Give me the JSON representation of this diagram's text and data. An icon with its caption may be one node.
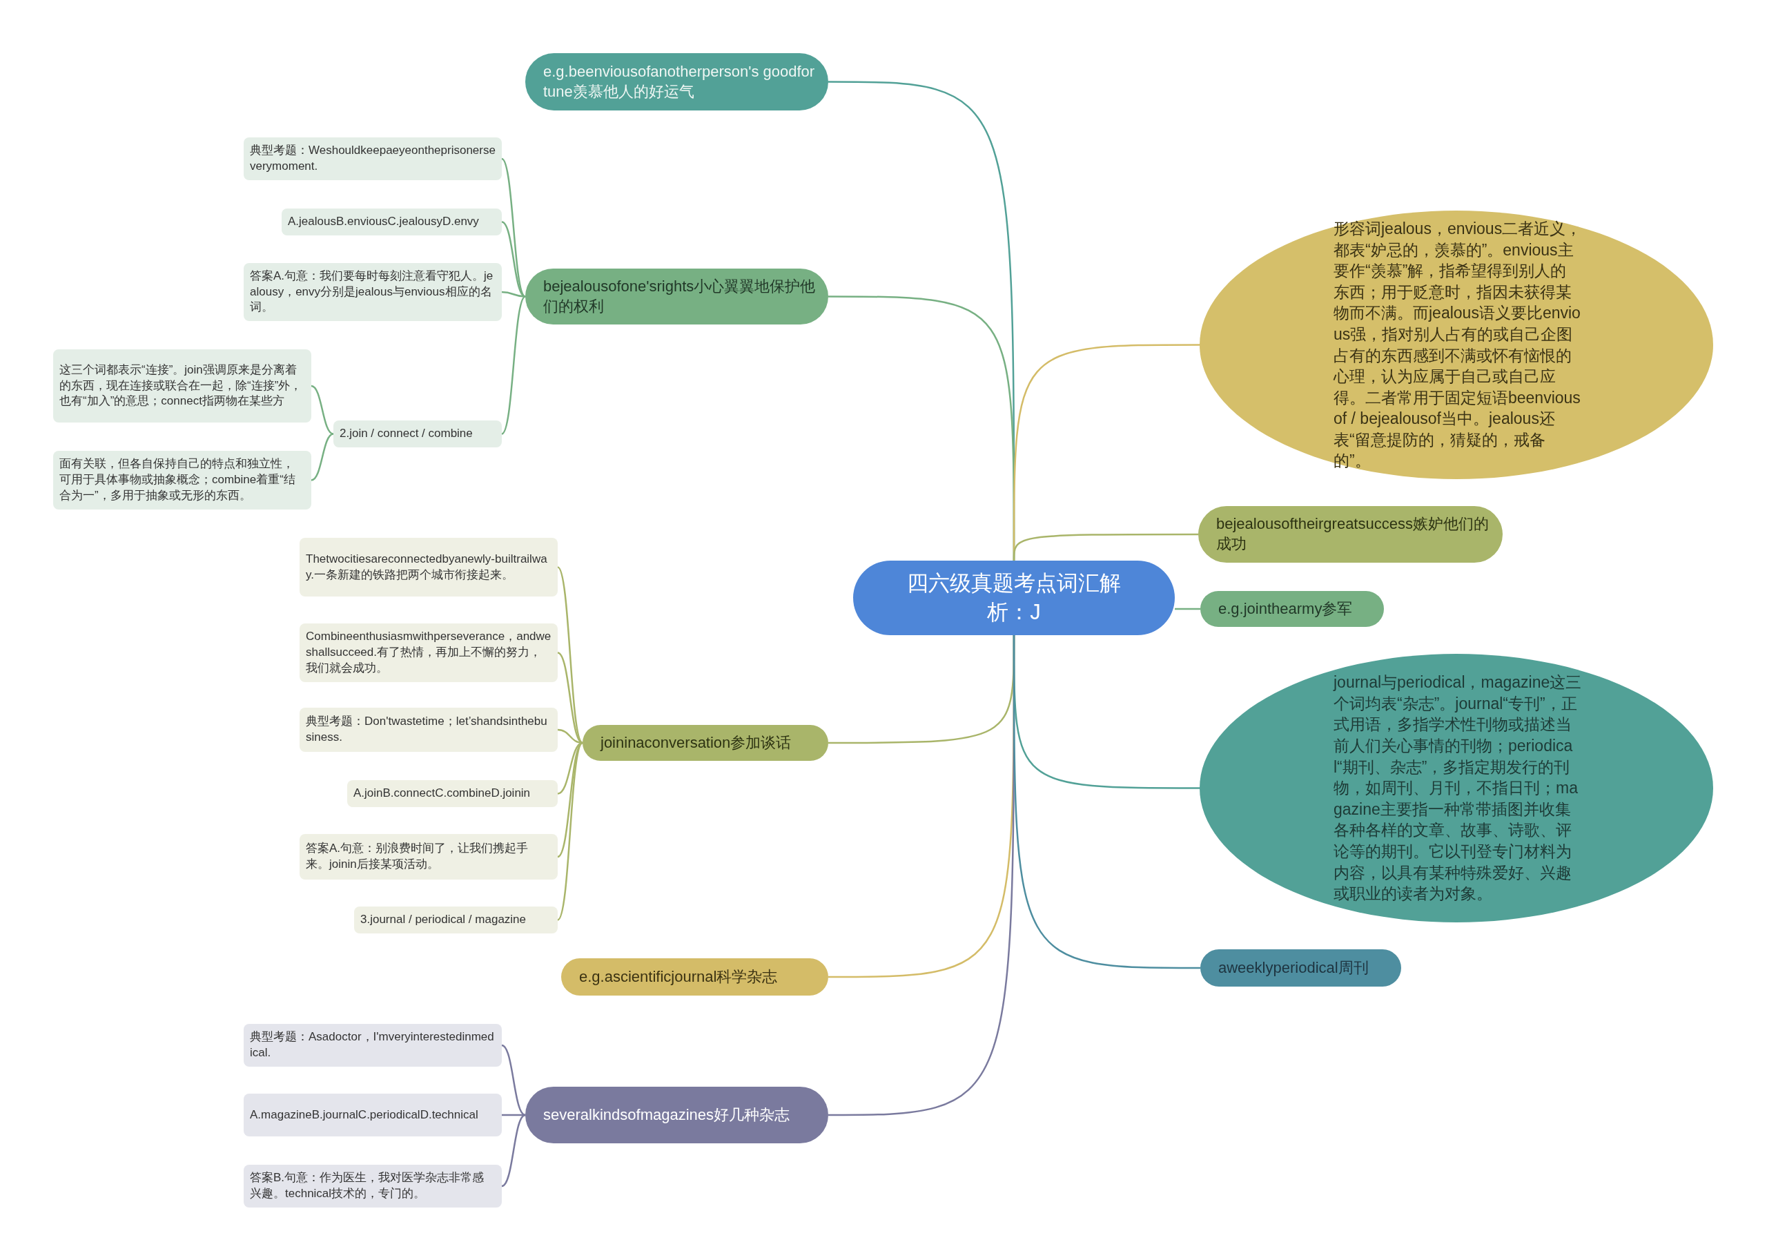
{
  "diagram": {
    "nodes": [
      {
        "text": [
          "四六级真题考点词汇解析：J"
        ]
      },
      {
        "text": [
          "e.g.beenviousofanotherperson's goodfortune羡慕他人的好运气"
        ]
      },
      {
        "text": [
          "bejealousofone'srights小心翼翼地保护他们的权利"
        ]
      },
      {
        "text": [
          "典型考题：Weshouldkeepaeyeontheprisonerseverymoment."
        ]
      },
      {
        "text": [
          "A.jealousB.enviousC.jealousyD.envy"
        ]
      },
      {
        "text": [
          "答案A.句意：我们要每时每刻注意看守犯人。jealousy，envy分别是jealous与envious相应的名词。"
        ]
      },
      {
        "text": [
          "2.join / connect / combine"
        ]
      },
      {
        "text": [
          "这三个词都表示“连接”。join强调原来是分离着的东西，现在连接或联合在一起，除“连接”外，也有“加入”的意思；connect指两物在某些方"
        ]
      },
      {
        "text": [
          "面有关联，但各自保持自己的特点和独立性，可用于具体事物或抽象概念；combine着重“结合为一”，多用于抽象或无形的东西。"
        ]
      },
      {
        "text": [
          "joininaconversation参加谈话"
        ]
      },
      {
        "text": [
          "Thetwocitiesareconnectedbyanewly-builtrailway.一条新建的铁路把两个城市衔接起来。"
        ]
      },
      {
        "text": [
          "Combineenthusiasmwithperseverance，andweshallsucceed.有了热情，再加上不懈的努力，我们就会成功。"
        ]
      },
      {
        "text": [
          "典型考题：Don'twastetime；let’shandsinthebusiness."
        ]
      },
      {
        "text": [
          "A.joinB.connectC.combineD.joinin"
        ]
      },
      {
        "text": [
          "答案A.句意：别浪费时间了，让我们携起手来。joinin后接某项活动。"
        ]
      },
      {
        "text": [
          "3.journal / periodical / magazine"
        ]
      },
      {
        "text": [
          "e.g.ascientificjournal科学杂志"
        ]
      },
      {
        "text": [
          "severalkindsofmagazines好几种杂志"
        ]
      },
      {
        "text": [
          "典型考题：Asadoctor，I'mveryinterestedinmedical."
        ]
      },
      {
        "text": [
          "A.magazineB.journalC.periodicalD.technical"
        ]
      },
      {
        "text": [
          "答案B.句意：作为医生，我对医学杂志非常感兴趣。technical技术的，专门的。"
        ]
      },
      {
        "text": [
          "形容词jealous，envious二者近义，都表“妒忌的，羡慕的”。envious主要作“羡慕”解，指希望得到别人的东西；用于贬意时，指因未获得某物而不满。而jealous语义要比envious强，指对别人占有的或自己企图占有的东西感到不满或怀有恼恨的心理，认为应属于自己或自己应得。二者常用于固定短语beenviousof / bejealousof当中。jealous还表“留意提防的，猜疑的，戒备的”。"
        ]
      },
      {
        "text": [
          "bejealousoftheirgreatsuccess嫉妒他们的成功"
        ]
      },
      {
        "text": [
          "e.g.jointhearmy参军"
        ]
      },
      {
        "text": [
          "journal与periodical，magazine这三个词均表“杂志”。journal“专刊”，正式用语，多指学术性刊物或描述当前人们关心事情的刊物；periodical“期刊、杂志”，多指定期发行的刊物，如周刊、月刊，不指日刊；magazine主要指一种常带插图并收集各种各样的文章、故事、诗歌、评论等的期刊。它以刊登专门材料为内容，以具有某种特殊爱好、兴趣或职业的读者为对象。"
        ]
      },
      {
        "text": [
          "aweeklyperiodical周刊"
        ]
      }
    ],
    "edges": [
      {
        "from": 0,
        "to": 1,
        "arrow": "none",
        "color": "#52a197"
      },
      {
        "from": 0,
        "to": 2,
        "arrow": "none",
        "color": "#77b083"
      },
      {
        "from": 2,
        "to": 3,
        "arrow": "none",
        "color": "#77b083"
      },
      {
        "from": 2,
        "to": 4,
        "arrow": "none",
        "color": "#77b083"
      },
      {
        "from": 2,
        "to": 5,
        "arrow": "none",
        "color": "#77b083"
      },
      {
        "from": 2,
        "to": 6,
        "arrow": "none",
        "color": "#77b083"
      },
      {
        "from": 6,
        "to": 7,
        "arrow": "none",
        "color": "#77b083"
      },
      {
        "from": 6,
        "to": 8,
        "arrow": "none",
        "color": "#77b083"
      },
      {
        "from": 0,
        "to": 9,
        "arrow": "none",
        "color": "#a9b56a"
      },
      {
        "from": 9,
        "to": 10,
        "arrow": "none",
        "color": "#a9b56a"
      },
      {
        "from": 9,
        "to": 11,
        "arrow": "none",
        "color": "#a9b56a"
      },
      {
        "from": 9,
        "to": 12,
        "arrow": "none",
        "color": "#a9b56a"
      },
      {
        "from": 9,
        "to": 13,
        "arrow": "none",
        "color": "#a9b56a"
      },
      {
        "from": 9,
        "to": 14,
        "arrow": "none",
        "color": "#a9b56a"
      },
      {
        "from": 9,
        "to": 15,
        "arrow": "none",
        "color": "#a9b56a"
      },
      {
        "from": 0,
        "to": 16,
        "arrow": "none",
        "color": "#d4bc68"
      },
      {
        "from": 0,
        "to": 17,
        "arrow": "none",
        "color": "#7a7a9e"
      },
      {
        "from": 17,
        "to": 18,
        "arrow": "none",
        "color": "#7a7a9e"
      },
      {
        "from": 17,
        "to": 19,
        "arrow": "none",
        "color": "#7a7a9e"
      },
      {
        "from": 17,
        "to": 20,
        "arrow": "none",
        "color": "#7a7a9e"
      },
      {
        "from": 0,
        "to": 21,
        "arrow": "none",
        "color": "#d4bc68"
      },
      {
        "from": 0,
        "to": 22,
        "arrow": "none",
        "color": "#a9b56a"
      },
      {
        "from": 0,
        "to": 23,
        "arrow": "none",
        "color": "#77b083"
      },
      {
        "from": 0,
        "to": 24,
        "arrow": "none",
        "color": "#52a197"
      },
      {
        "from": 0,
        "to": 25,
        "arrow": "none",
        "color": "#4e8ea0"
      }
    ]
  }
}
